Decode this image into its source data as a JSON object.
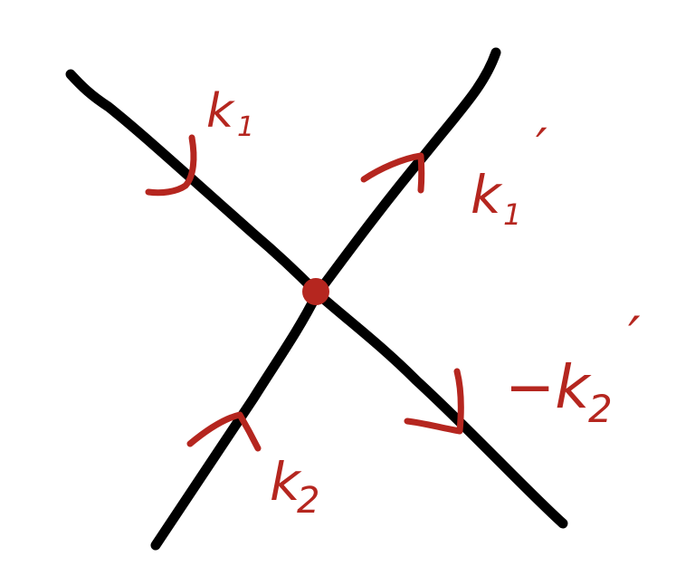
{
  "colors": {
    "line": "#000000",
    "accent": "#b5261f",
    "background": "#ffffff"
  },
  "vertex": {
    "kind": "dot"
  },
  "legs": [
    {
      "id": "k1",
      "label": "k",
      "subscript": "1",
      "prime": "",
      "direction": "in"
    },
    {
      "id": "k1p",
      "label": "k",
      "subscript": "1",
      "prime": "′",
      "direction": "out"
    },
    {
      "id": "k2",
      "label": "k",
      "subscript": "2",
      "prime": "",
      "direction": "in"
    },
    {
      "id": "mk2p",
      "label": "−k",
      "subscript": "2",
      "prime": "′",
      "direction": "out"
    }
  ]
}
